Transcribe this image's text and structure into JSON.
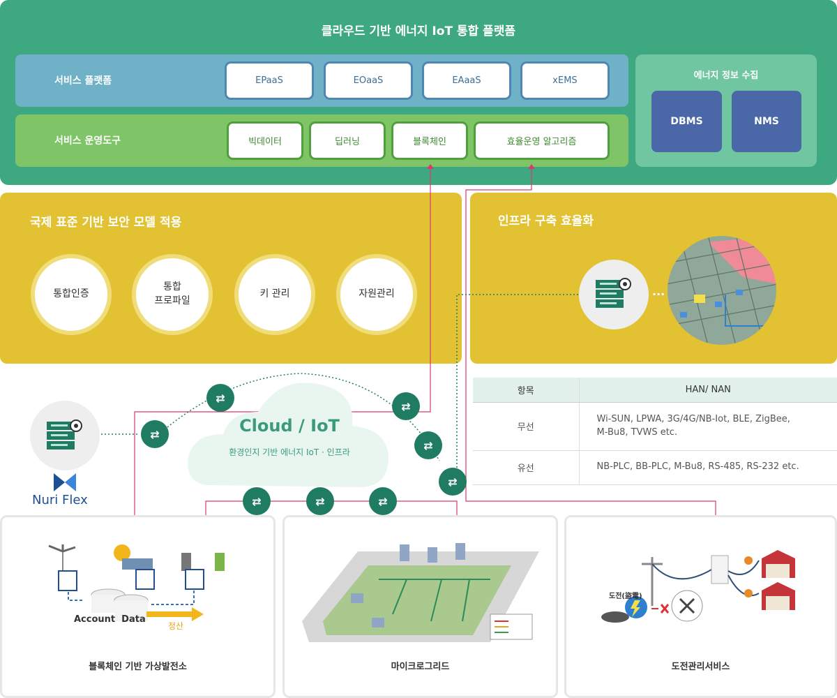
{
  "top_panel": {
    "title": "클라우드 기반 에너지 IoT 통합 플랫폼",
    "service_platform": {
      "label": "서비스 플랫폼",
      "items": [
        "EPaaS",
        "EOaaS",
        "EAaaS",
        "xEMS"
      ]
    },
    "service_tools": {
      "label": "서비스 운영도구",
      "items": [
        "빅데이터",
        "딥러닝",
        "블록체인",
        "효율운영 알고리즘"
      ]
    },
    "collection": {
      "title": "에너지 정보 수집",
      "items": [
        "DBMS",
        "NMS"
      ]
    }
  },
  "security_panel": {
    "title": "국제 표준 기반 보안 모델 적용",
    "items": [
      "통합인증",
      "통합\n프로파일",
      "키 관리",
      "자원관리"
    ]
  },
  "infra_panel": {
    "title": "인프라 구축 효율화"
  },
  "cloud": {
    "title": "Cloud / IoT",
    "subtitle": "환경인지 기반 에너지 IoT · 인프라"
  },
  "brand": {
    "name": "Nuri Flex"
  },
  "table": {
    "headers": [
      "항목",
      "HAN/ NAN"
    ],
    "rows": [
      {
        "item": "무선",
        "value": "Wi-SUN, LPWA, 3G/4G/NB-Iot, BLE, ZigBee,\nM-Bu8, TVWS etc."
      },
      {
        "item": "유선",
        "value": "NB-PLC, BB-PLC, M-Bu8, RS-485, RS-232 etc."
      }
    ]
  },
  "cards": [
    {
      "label": "블록체인 기반 가상발전소",
      "account_text": "Account  Data",
      "settle_text": "정산"
    },
    {
      "label": "마이크로그리드"
    },
    {
      "label": "도전관리서비스",
      "theft_text": "도전(盜電)"
    }
  ],
  "colors": {
    "top_panel": "#3ea981",
    "platform_band": "#6fb1c7",
    "tools_band": "#7fc467",
    "db_box": "#4a68a8",
    "yellow_panel": "#e2c233",
    "node": "#1f7c63",
    "link_line": "#d63a72"
  }
}
